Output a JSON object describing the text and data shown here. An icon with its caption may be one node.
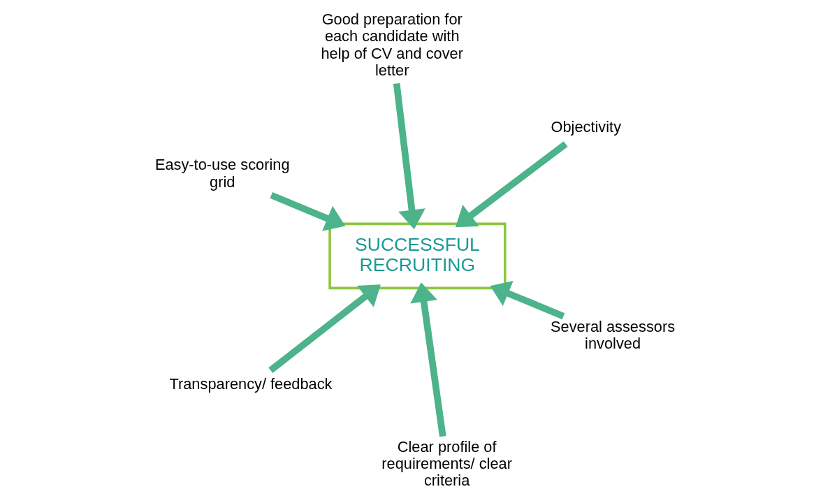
{
  "diagram": {
    "nodes": [
      {
        "text": [
          "Easy-to-use scoring grid"
        ]
      },
      {
        "text": [
          "Several assessors involved"
        ]
      },
      {
        "text": [
          "Clear profile of requirements/ clear criteria"
        ]
      },
      {
        "text": [
          "SUCCESSFUL RECRUITING"
        ]
      },
      {
        "text": [
          "Objectivity"
        ]
      },
      {
        "text": [
          "Good preparation for each candidate with help of CV and cover letter"
        ]
      },
      {
        "text": [
          "Transparency/ feedback"
        ]
      }
    ],
    "edges": [
      {
        "from": 0,
        "to": 3,
        "arrow": "to"
      },
      {
        "from": 1,
        "to": 3,
        "arrow": "to"
      },
      {
        "from": 2,
        "to": 3,
        "arrow": "to"
      },
      {
        "from": 4,
        "to": 3,
        "arrow": "to"
      },
      {
        "from": 5,
        "to": 3,
        "arrow": "to"
      },
      {
        "from": 6,
        "to": 3,
        "arrow": "to"
      }
    ]
  }
}
